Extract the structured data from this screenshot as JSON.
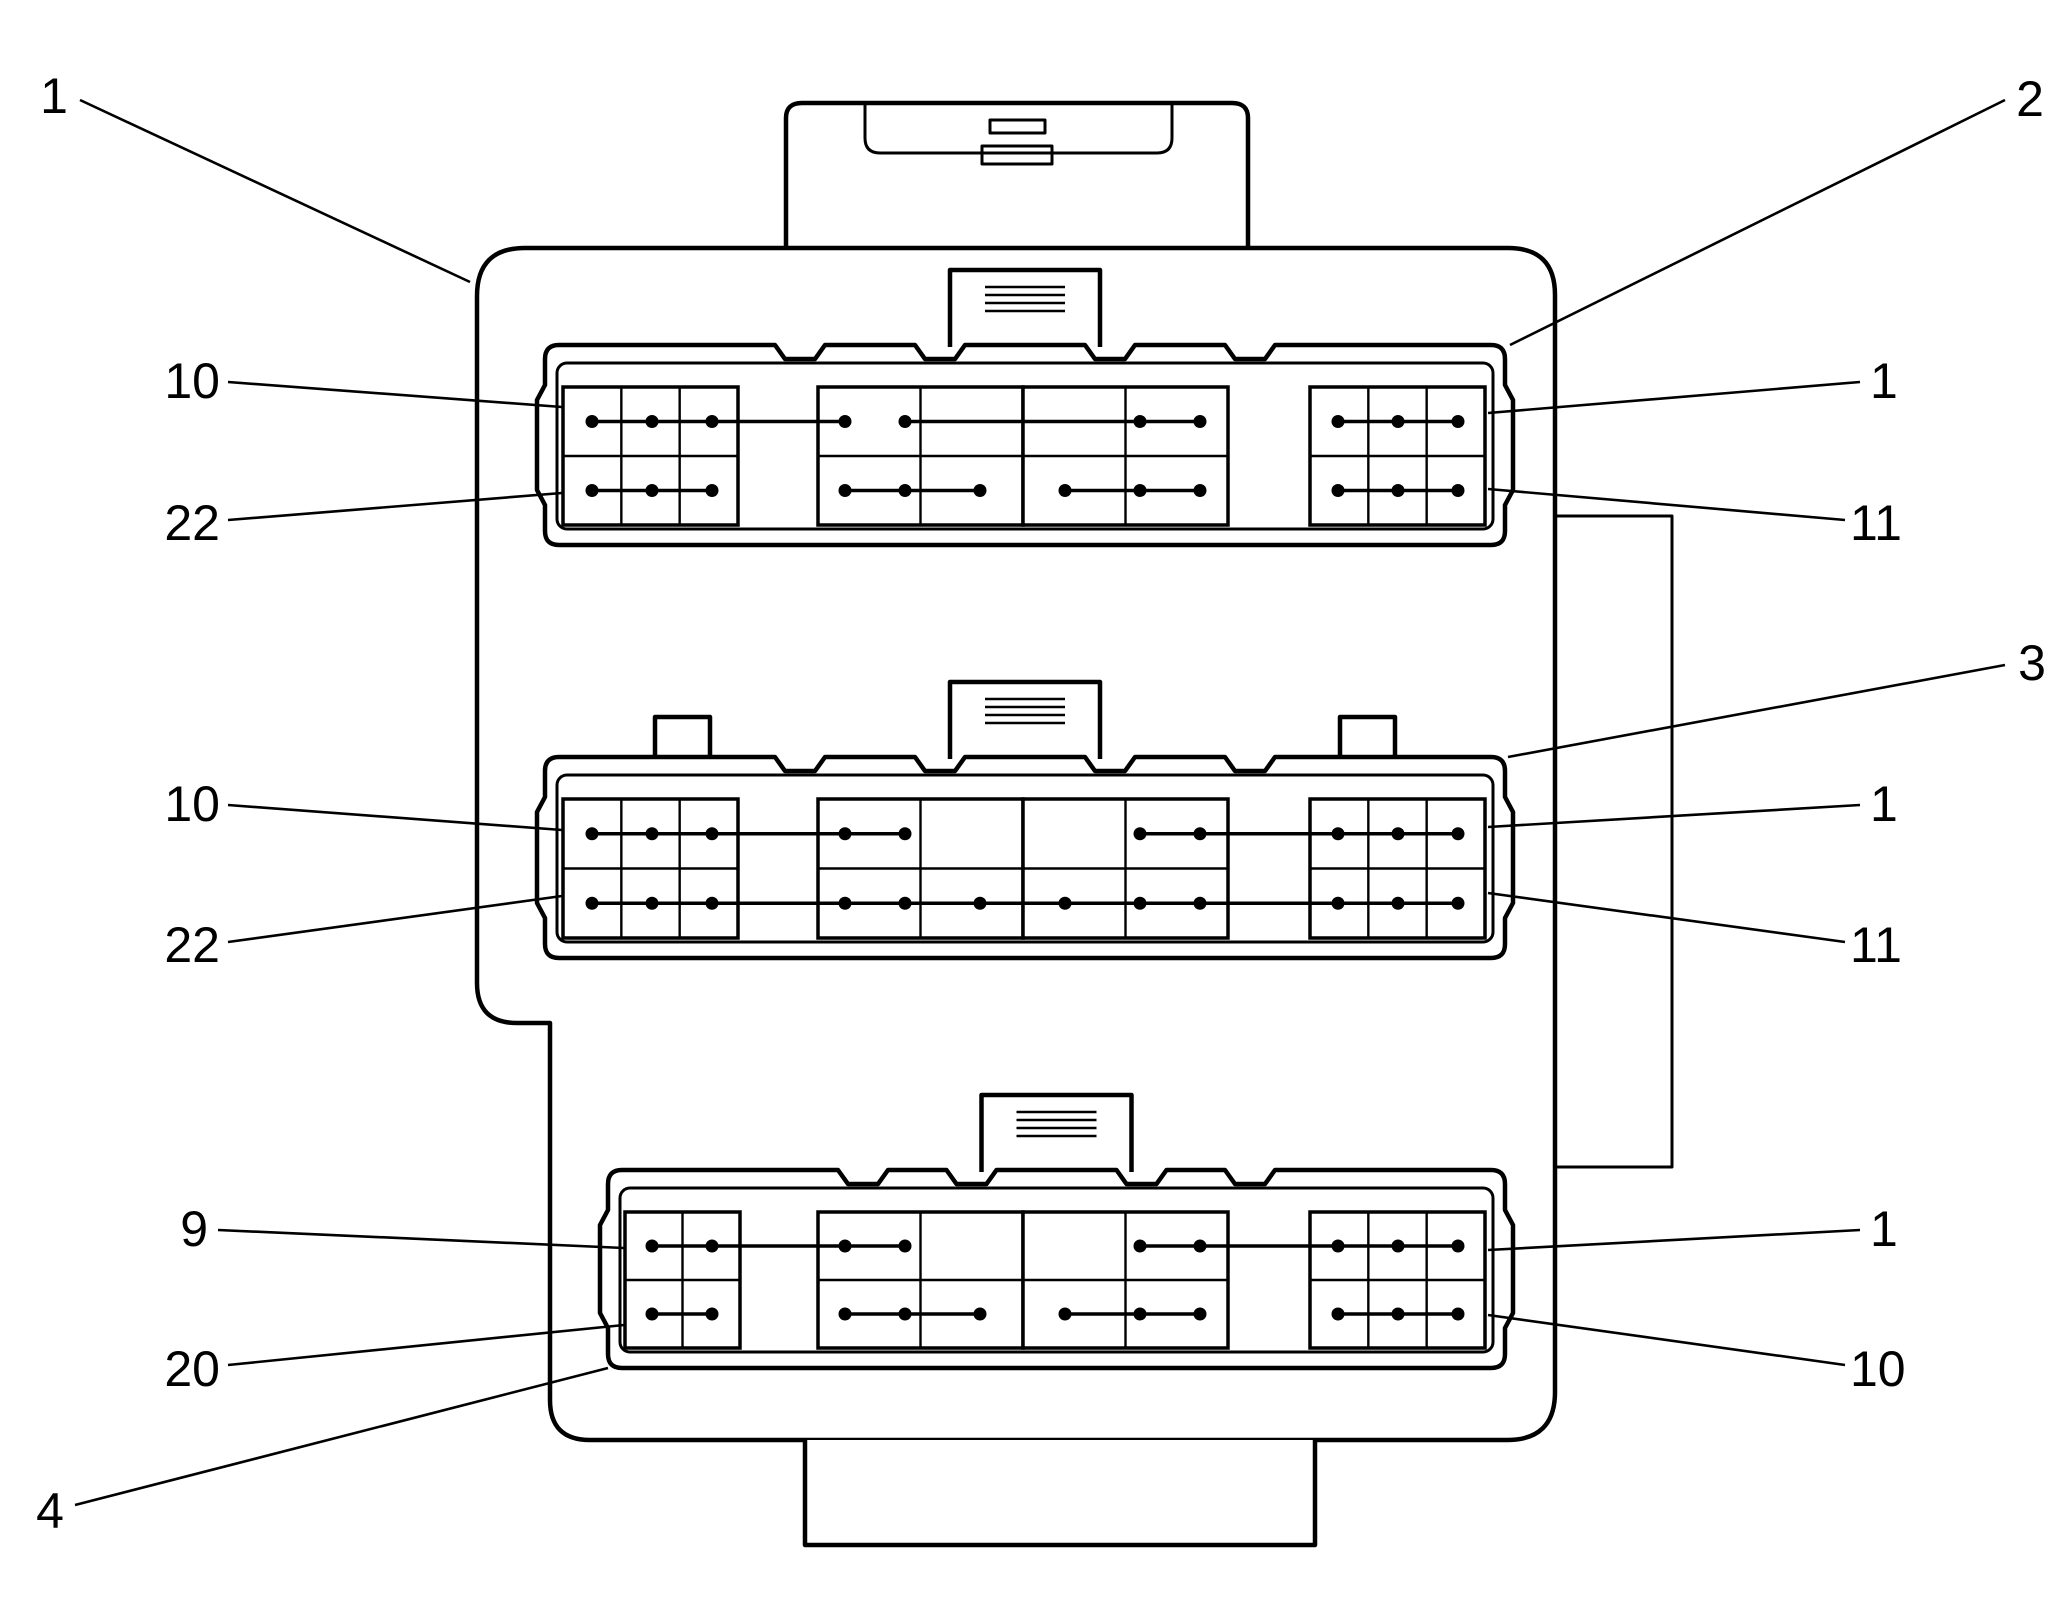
{
  "callouts": {
    "item_1": "1",
    "item_2": "2",
    "item_3": "3",
    "item_4": "4"
  },
  "pin_labels": {
    "top": {
      "left_upper": "10",
      "left_lower": "22",
      "right_upper": "1",
      "right_lower": "11"
    },
    "middle": {
      "left_upper": "10",
      "left_lower": "22",
      "right_upper": "1",
      "right_lower": "11"
    },
    "bottom": {
      "left_upper": "9",
      "left_lower": "20",
      "right_upper": "1",
      "right_lower": "10"
    }
  }
}
